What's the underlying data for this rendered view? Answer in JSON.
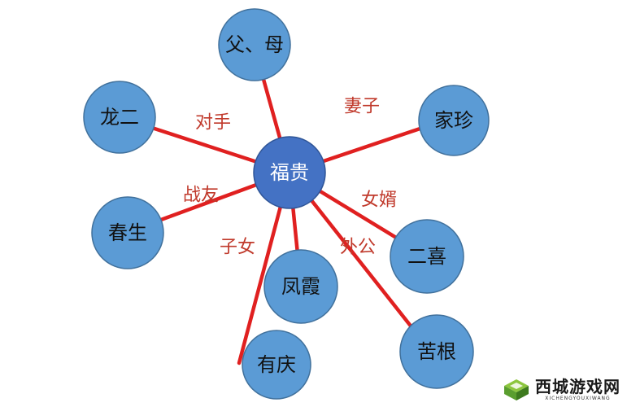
{
  "diagram": {
    "center": {
      "label": "福贵"
    },
    "nodes": [
      {
        "label": "父、母"
      },
      {
        "label": "龙二"
      },
      {
        "label": "家珍"
      },
      {
        "label": "春生"
      },
      {
        "label": "二喜"
      },
      {
        "label": "凤霞"
      },
      {
        "label": "有庆"
      },
      {
        "label": "苦根"
      }
    ],
    "relations": [
      {
        "label": "对手"
      },
      {
        "label": "妻子"
      },
      {
        "label": "战友"
      },
      {
        "label": "女婿"
      },
      {
        "label": "子女"
      },
      {
        "label": "外公"
      }
    ]
  },
  "watermark": {
    "main": "西城游戏网",
    "sub": "XICHENGYOUXIWANG"
  },
  "colors": {
    "node_fill": "#5b9bd5",
    "center_fill": "#4472c4",
    "edge": "#e02020",
    "relation_text": "#c0392b"
  }
}
